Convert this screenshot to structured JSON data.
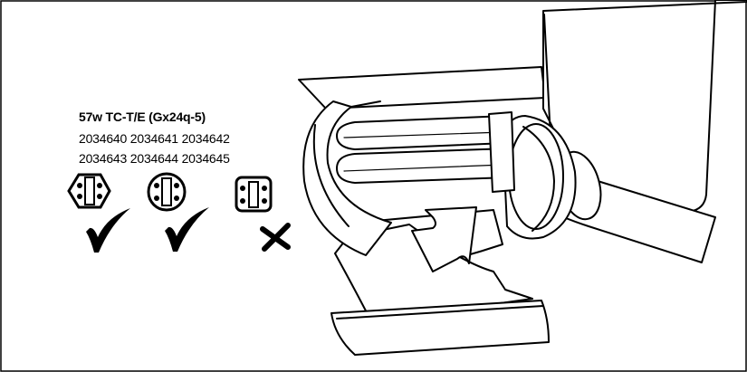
{
  "lamp_spec": {
    "title": "57w TC-T/E (Gx24q-5)",
    "codes_line_1": "2034640 2034641 2034642",
    "codes_line_2": "2034643 2034644 2034645"
  },
  "compatibility": [
    {
      "icon": "hexagonal-4-pin-base-icon",
      "status": "compatible",
      "mark": "check-mark-icon"
    },
    {
      "icon": "round-4-pin-base-icon",
      "status": "compatible",
      "mark": "check-mark-icon"
    },
    {
      "icon": "square-4-pin-base-icon",
      "status": "not-compatible",
      "mark": "cross-mark-icon"
    }
  ],
  "colors": {
    "ink": "#000000",
    "paper": "#ffffff"
  }
}
